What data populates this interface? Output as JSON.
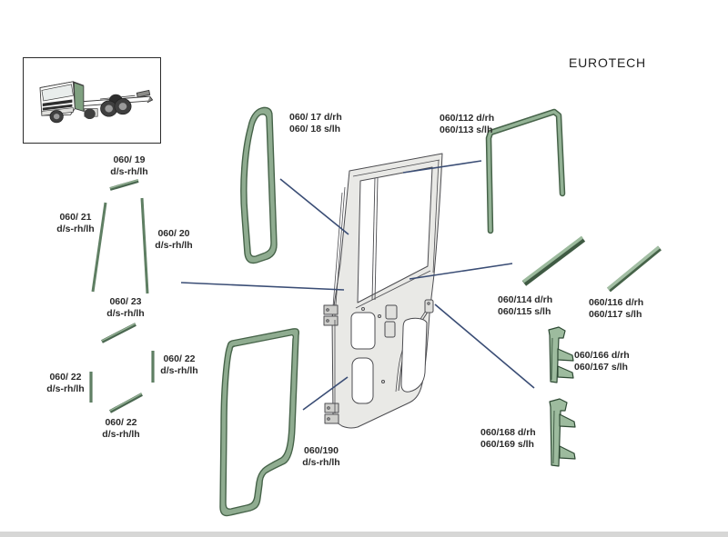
{
  "title": "EUROTECH",
  "colors": {
    "seal_green": "#8fac90",
    "seal_green_dark": "#466349",
    "seal_green_light": "#9dbb9e",
    "leader_blue": "#3a4d75",
    "label_text": "#2a2a2a"
  },
  "labels": [
    {
      "id": "strip-19",
      "l1": "060/ 19",
      "l2": "d/s-rh/lh"
    },
    {
      "id": "strip-21",
      "l1": "060/ 21",
      "l2": "d/s-rh/lh"
    },
    {
      "id": "strip-20",
      "l1": "060/ 20",
      "l2": "d/s-rh/lh"
    },
    {
      "id": "strip-23",
      "l1": "060/ 23",
      "l2": "d/s-rh/lh"
    },
    {
      "id": "strip-22-right",
      "l1": "060/ 22",
      "l2": "d/s-rh/lh"
    },
    {
      "id": "strip-22-left",
      "l1": "060/ 22",
      "l2": "d/s-rh/lh"
    },
    {
      "id": "strip-22-bottom",
      "l1": "060/ 22",
      "l2": "d/s-rh/lh"
    },
    {
      "id": "quarter-window-seal",
      "l1": "060/ 17 d/rh",
      "l2": "060/ 18 s/lh"
    },
    {
      "id": "glass-run-channel",
      "l1": "060/112 d/rh",
      "l2": "060/113 s/lh"
    },
    {
      "id": "belt-strip-outer",
      "l1": "060/114 d/rh",
      "l2": "060/115 s/lh"
    },
    {
      "id": "belt-strip-inner",
      "l1": "060/116 d/rh",
      "l2": "060/117 s/lh"
    },
    {
      "id": "bracket-upper",
      "l1": "060/166 d/rh",
      "l2": "060/167 s/lh"
    },
    {
      "id": "bracket-lower",
      "l1": "060/168 d/rh",
      "l2": "060/169 s/lh"
    },
    {
      "id": "door-seal",
      "l1": "060/190",
      "l2": "d/s-rh/lh"
    }
  ]
}
